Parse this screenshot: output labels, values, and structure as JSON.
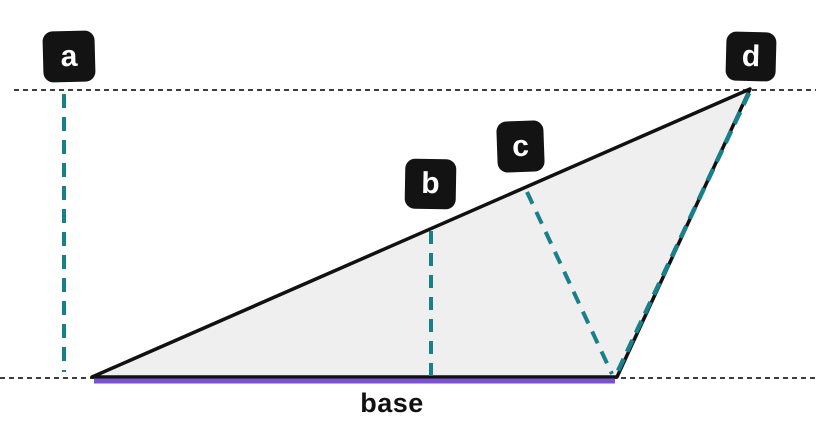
{
  "diagram": {
    "labels": {
      "a": "a",
      "b": "b",
      "c": "c",
      "d": "d"
    },
    "base_label": "base",
    "colors": {
      "dashed_teal": "#17808a",
      "base_purple": "#7951d1",
      "triangle_fill": "#efefef",
      "triangle_stroke": "#111111",
      "guide_dotted": "#222222",
      "label_bg": "#131313",
      "label_text": "#ffffff"
    }
  }
}
